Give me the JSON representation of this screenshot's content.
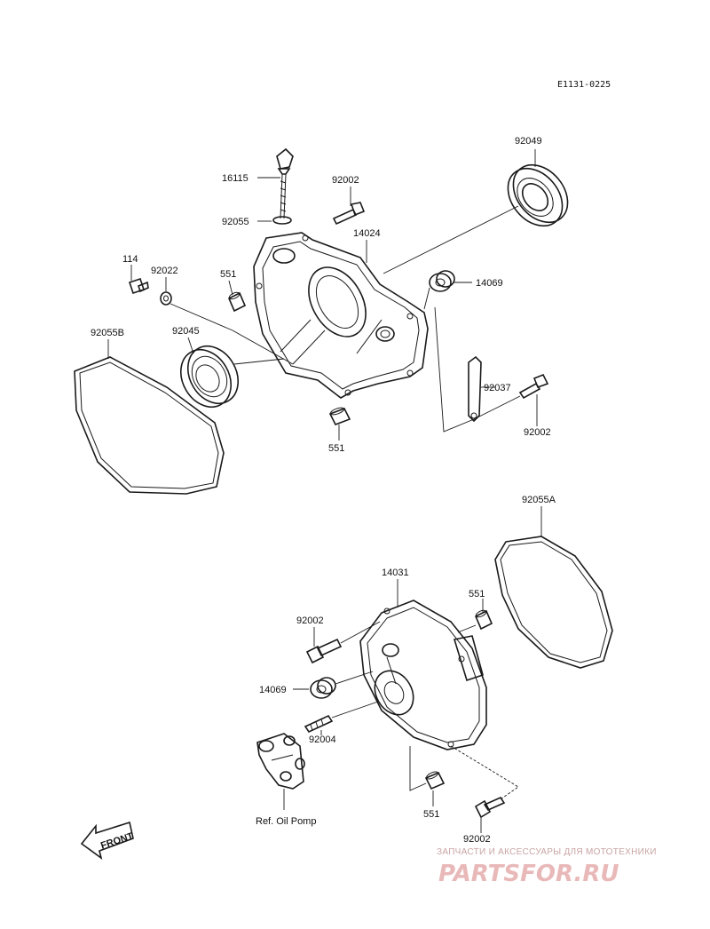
{
  "diagram_code": "E1131-0225",
  "labels": {
    "p16115": "16115",
    "p92002_a": "92002",
    "p92049": "92049",
    "p92055": "92055",
    "p14024": "14024",
    "p114": "114",
    "p92022": "92022",
    "p551_a": "551",
    "p14069_a": "14069",
    "p92055B": "92055B",
    "p92045": "92045",
    "p92037": "92037",
    "p92002_b": "92002",
    "p551_b": "551",
    "p92055A": "92055A",
    "p14031": "14031",
    "p551_c": "551",
    "p92002_c": "92002",
    "p14069_b": "14069",
    "p92004": "92004",
    "p551_d": "551",
    "p92002_d": "92002",
    "ref_oil_pump": "Ref. Oil Pomp"
  },
  "front_arrow": "FRONT",
  "watermark": {
    "tagline": "ЗАПЧАСТИ И АКСЕССУАРЫ ДЛЯ МОТОТЕХНИКИ",
    "brand": "PARTSFOR.RU",
    "color": "#e9b9b9"
  }
}
